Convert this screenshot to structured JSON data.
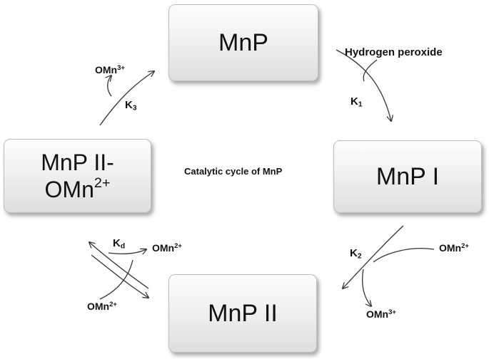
{
  "diagram": {
    "center_label": "Catalytic cycle of MnP",
    "nodes": {
      "mnp": "MnP",
      "mnp_1": "MnP I",
      "mnp_2": "MnP II",
      "mnp_2_complex_line1": "MnP II-",
      "mnp_2_complex_line2_base": "OMn",
      "mnp_2_complex_line2_sup": "2+"
    },
    "labels": {
      "hydrogen_peroxide": "Hydrogen peroxide",
      "k1_base": "K",
      "k1_sub": "1",
      "k2_base": "K",
      "k2_sub": "2",
      "k3_base": "K",
      "k3_sub": "3",
      "kd_base": "K",
      "kd_sub": "d",
      "omn_base": "OMn",
      "mn3_sup": "3+",
      "mn2_sup": "2+"
    }
  }
}
